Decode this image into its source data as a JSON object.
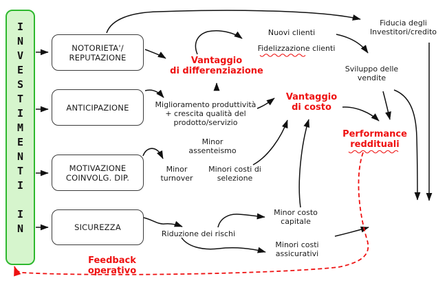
{
  "colors": {
    "accent_red": "#ee1111",
    "sidebar_fill": "#d6f5cd",
    "sidebar_border": "#2eb82e",
    "box_border": "#3a3a3a",
    "text": "#1a1a1a",
    "arrow": "#111111"
  },
  "sidebar": {
    "text": "I\nN\nV\nE\nS\nT\nI\nM\nE\nN\nT\nI\n\nI\nN"
  },
  "boxes": [
    {
      "label": "NOTORIETA'/\nREPUTAZIONE"
    },
    {
      "label": "ANTICIPAZIONE"
    },
    {
      "label": "MOTIVAZIONE\nCOINVOLG. DIP."
    },
    {
      "label": "SICUREZZA"
    }
  ],
  "labels": {
    "nuovi_clienti": "Nuovi clienti",
    "fidelizzazione_clienti": "Fidelizzazione clienti",
    "fiducia_investitori": "Fiducia degli\nInvestitori/credito",
    "sviluppo_vendite": "Sviluppo delle\nvendite",
    "vantaggio_differenziazione": "Vantaggio\ndi differenziazione",
    "vantaggio_costo": "Vantaggio\ndi costo",
    "performance_reddituali": "Performance\nreddituali",
    "miglioramento_produttivita": "Miglioramento produttività\n+ crescita qualità del\nprodotto/servizio",
    "minor_assenteismo": "Minor\nassenteismo",
    "minor_turnover": "Minor\nturnover",
    "minori_costi_selezione": "Minori costi di\nselezione",
    "riduzione_rischi": "Riduzione dei rischi",
    "minor_costo_capitale": "Minor costo\ncapitale",
    "minori_costi_assicurativi": "Minori costi\nassicurativi",
    "feedback_operativo": "Feedback operativo"
  }
}
